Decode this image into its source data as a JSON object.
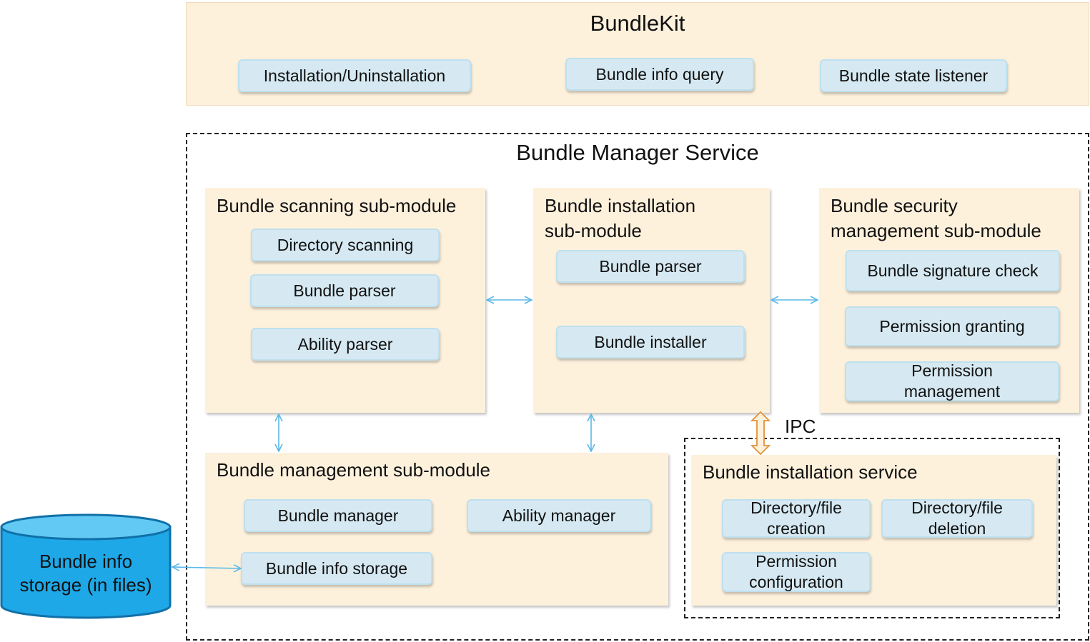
{
  "bundlekit": {
    "title": "BundleKit",
    "items": [
      "Installation/Uninstallation",
      "Bundle info query",
      "Bundle state listener"
    ]
  },
  "service": {
    "title": "Bundle Manager Service",
    "scanning": {
      "title": "Bundle scanning sub-module",
      "items": [
        "Directory scanning",
        "Bundle parser",
        "Ability parser"
      ]
    },
    "installation": {
      "title_line1": "Bundle installation",
      "title_line2": "sub-module",
      "items": [
        "Bundle parser",
        "Bundle installer"
      ]
    },
    "security": {
      "title_line1": "Bundle security",
      "title_line2": "management sub-module",
      "items": [
        "Bundle signature check",
        "Permission granting"
      ],
      "perm_mgmt_line1": "Permission",
      "perm_mgmt_line2": "management"
    },
    "management": {
      "title": "Bundle management sub-module",
      "items": [
        "Bundle manager",
        "Ability manager",
        "Bundle info storage"
      ]
    },
    "install_service": {
      "title": "Bundle installation service",
      "dir_creation_line1": "Directory/file",
      "dir_creation_line2": "creation",
      "dir_deletion_line1": "Directory/file",
      "dir_deletion_line2": "deletion",
      "perm_config_line1": "Permission",
      "perm_config_line2": "configuration"
    },
    "ipc_label": "IPC"
  },
  "storage": {
    "line1": "Bundle info",
    "line2": "storage (in files)"
  },
  "colors": {
    "panel": "#fdf1dc",
    "pill": "#d6e9f2",
    "arrow": "#5bb8e8",
    "ipc_arrow": "#e0933a",
    "cylinder": "#1ea8e8",
    "cylinder_top": "#62c9f4"
  }
}
